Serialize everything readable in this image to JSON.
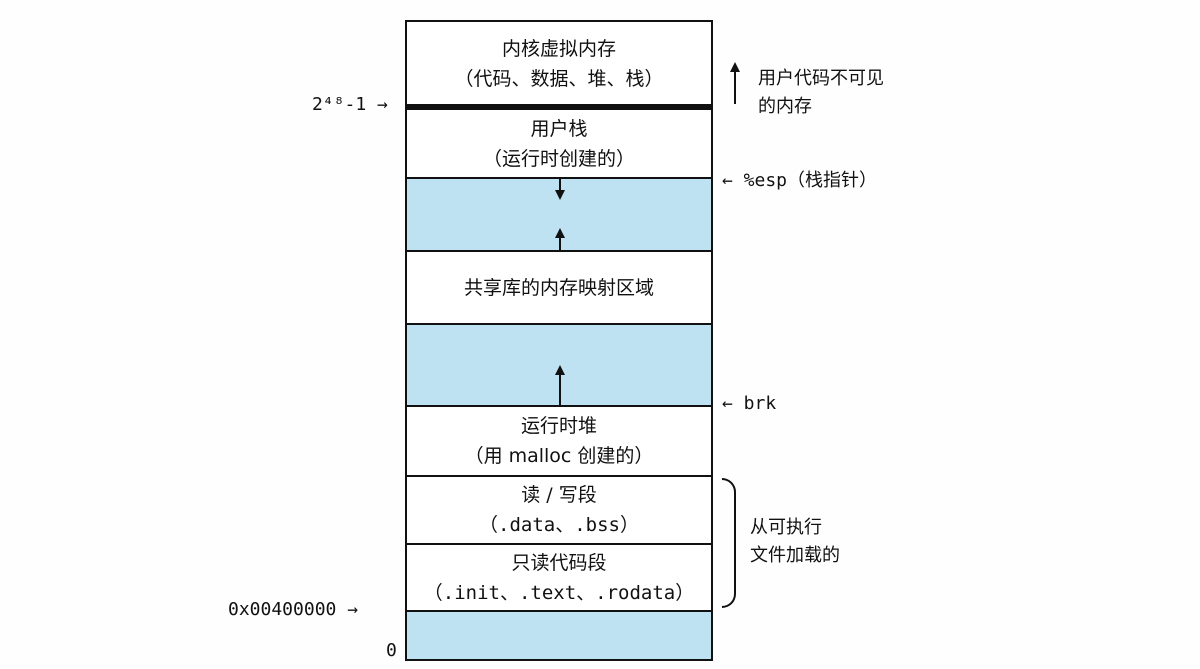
{
  "segments": {
    "kernel": {
      "line1": "内核虚拟内存",
      "line2": "（代码、数据、堆、栈）"
    },
    "user_stack": {
      "line1": "用户栈",
      "line2": "（运行时创建的）"
    },
    "shared_libs": {
      "line1": "共享库的内存映射区域"
    },
    "heap": {
      "line1": "运行时堆",
      "line2": "（用 malloc 创建的）"
    },
    "rw": {
      "line1": "读 / 写段",
      "line2": "（.data、.bss）"
    },
    "ro": {
      "line1": "只读代码段",
      "line2": "（.init、.text、.rodata）"
    }
  },
  "left_labels": {
    "top_addr": "2⁴⁸-1 →",
    "start_addr": "0x00400000 →",
    "zero": "0"
  },
  "right_labels": {
    "invisible": {
      "line1": "用户代码不可见",
      "line2": "的内存"
    },
    "esp": "← %esp（栈指针）",
    "brk": "← brk",
    "loaded": {
      "line1": "从可执行",
      "line2": "文件加载的"
    }
  },
  "colors": {
    "free_region": "#bfe2f2"
  }
}
